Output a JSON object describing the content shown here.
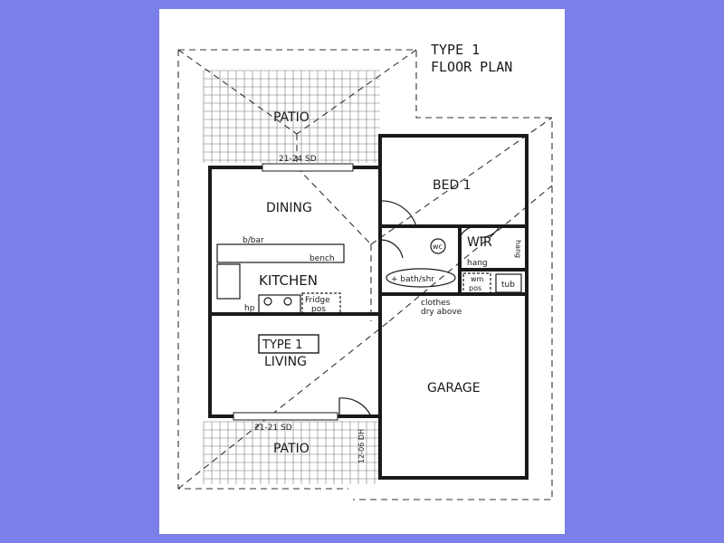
{
  "border_color": "#7b7fe8",
  "title": {
    "line1": "TYPE 1",
    "line2": "FLOOR PLAN"
  },
  "rooms": {
    "patio_top": "PATIO",
    "dining": "DINING",
    "bed": "BED  1",
    "kitchen": "KITCHEN",
    "living_badge": "TYPE  1",
    "living": "LIVING",
    "garage": "GARAGE",
    "patio_bottom": "PATIO",
    "wir": "WIR"
  },
  "annotations": {
    "sd_top": "21-24  SD",
    "sd_bottom": "21-21  SD",
    "side_dim": "12-06 DH",
    "bbar": "b/bar",
    "bench": "bench",
    "hp": "hp",
    "fridge1": "Fridge",
    "fridge2": "pos",
    "wc": "wc",
    "bath": "+ bath/shr",
    "hang_side": "hang",
    "hang_bottom": "hang",
    "wm1": "wm",
    "wm2": "pos",
    "tub": "tub",
    "clothes1": "clothes",
    "clothes2": "dry above"
  }
}
